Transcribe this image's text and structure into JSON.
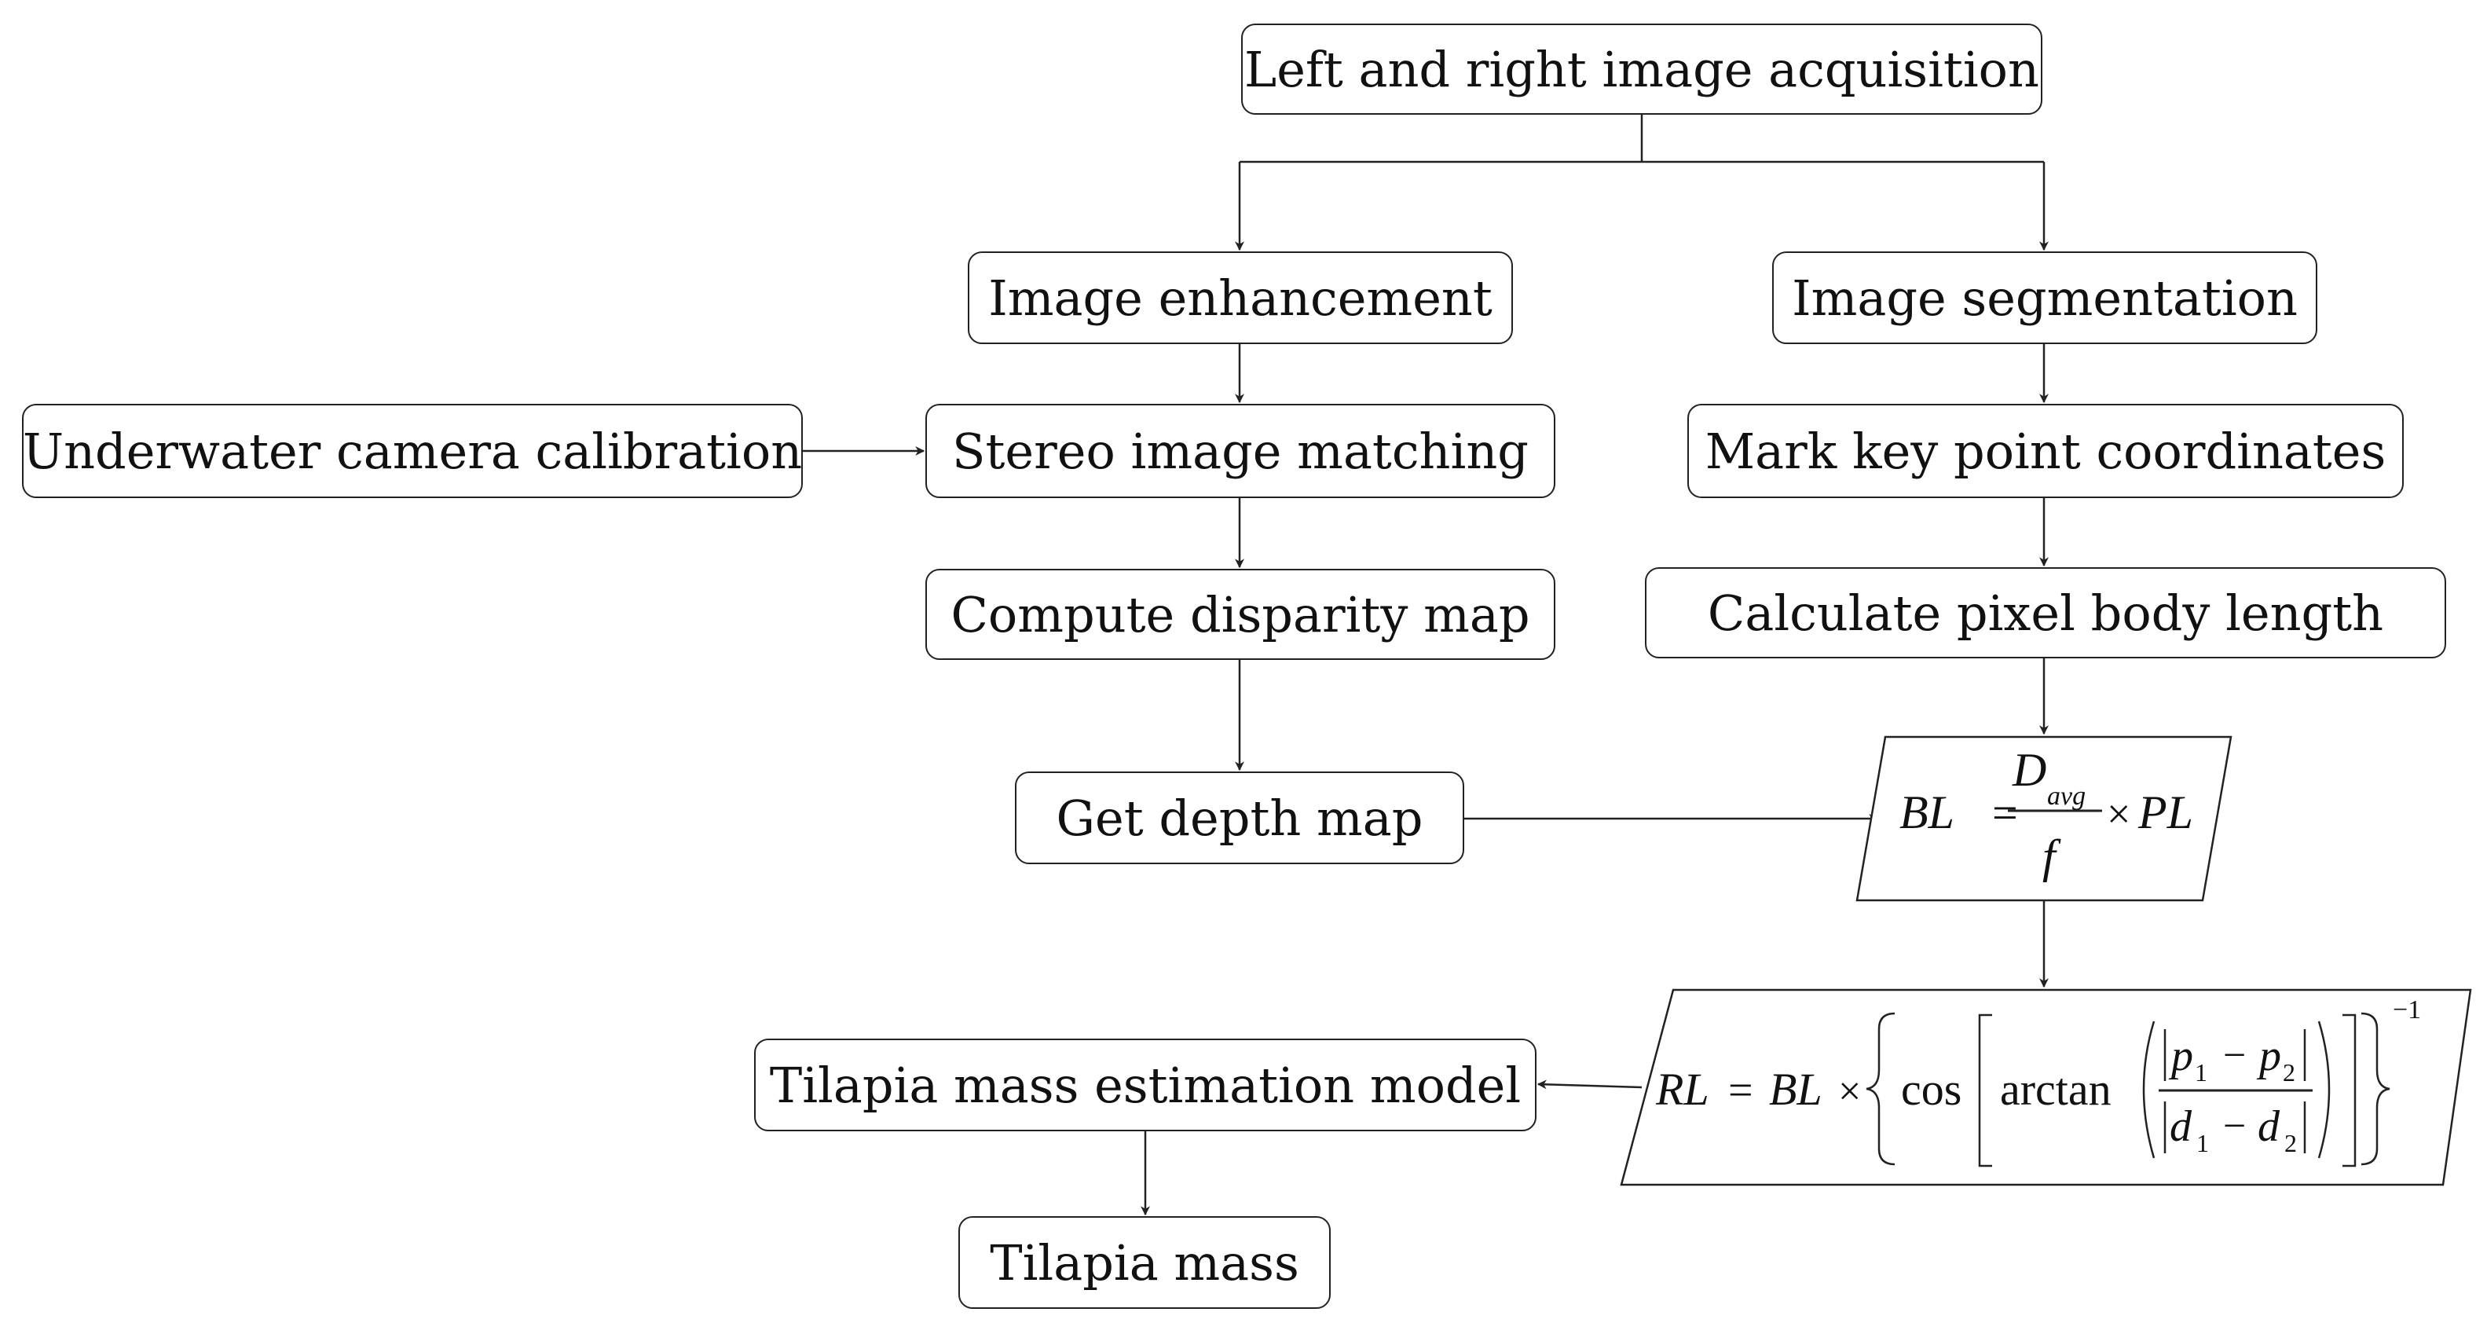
{
  "nodes": {
    "acquisition": "Left and right image acquisition",
    "enhancement": "Image enhancement",
    "segmentation": "Image segmentation",
    "calibration": "Underwater camera calibration",
    "stereo_matching": "Stereo image matching",
    "key_points": "Mark key point coordinates",
    "disparity": "Compute disparity map",
    "pixel_length": "Calculate pixel body length",
    "depth_map": "Get depth map",
    "mass_model": "Tilapia mass estimation model",
    "mass": "Tilapia mass"
  },
  "formula_bl": {
    "lhs": "BL",
    "eq": "=",
    "numerator": "D",
    "numerator_sub": "avg",
    "denominator": "f",
    "times": "×",
    "rhs": "PL"
  },
  "formula_rl": {
    "lhs": "RL",
    "eq": "=",
    "bl": "BL",
    "times": "×",
    "cos": "cos",
    "arctan": "arctan",
    "p1": "p",
    "p1_sub": "1",
    "minus": "−",
    "p2": "p",
    "p2_sub": "2",
    "d1": "d",
    "d1_sub": "1",
    "d2": "d",
    "d2_sub": "2",
    "exponent": "−1"
  },
  "colors": {
    "stroke": "#222222",
    "text": "#111111",
    "background": "#ffffff"
  }
}
